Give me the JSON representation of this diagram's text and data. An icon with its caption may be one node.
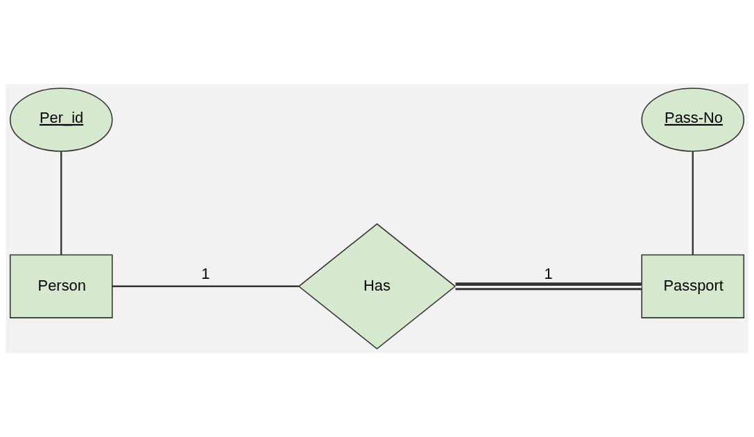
{
  "diagram": {
    "nodes": [
      {
        "text": [
          "Per_id"
        ]
      },
      {
        "text": [
          "Pass-No"
        ]
      },
      {
        "text": [
          "Person"
        ]
      },
      {
        "text": [
          "Has"
        ]
      },
      {
        "text": [
          "Passport"
        ]
      }
    ],
    "edges": [
      {
        "from": 0,
        "to": 2,
        "arrow": "none"
      },
      {
        "from": 1,
        "to": 4,
        "arrow": "none"
      },
      {
        "from": 2,
        "to": 3,
        "arrow": "none",
        "label": "1"
      },
      {
        "from": 3,
        "to": 4,
        "arrow": "none",
        "label": "1",
        "style": "thick"
      }
    ]
  }
}
